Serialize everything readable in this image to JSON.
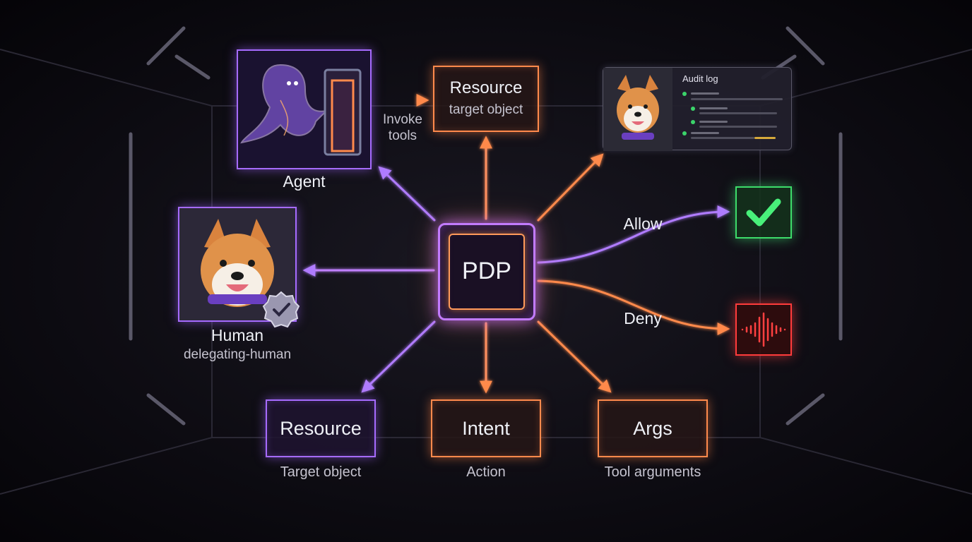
{
  "center": {
    "label": "PDP"
  },
  "agent": {
    "label": "Agent"
  },
  "human": {
    "label": "Human",
    "sublabel": "delegating-human"
  },
  "top_resource": {
    "title": "Resource",
    "subtitle": "target object"
  },
  "invoke": {
    "line1": "Invoke",
    "line2": "tools"
  },
  "audit": {
    "title": "Audit log"
  },
  "decisions": {
    "allow": "Allow",
    "deny": "Deny"
  },
  "bottom": [
    {
      "title": "Resource",
      "caption": "Target object"
    },
    {
      "title": "Intent",
      "caption": "Action"
    },
    {
      "title": "Args",
      "caption": "Tool arguments"
    }
  ],
  "colors": {
    "purple": "#a66bff",
    "orange": "#ff8a4c",
    "allow": "#3ddc6a",
    "deny": "#ff3b3b"
  },
  "icons": [
    "ghost-icon",
    "portal-door-icon",
    "dog-avatar-icon",
    "verified-badge-icon",
    "checkmark-icon",
    "waveform-icon"
  ]
}
